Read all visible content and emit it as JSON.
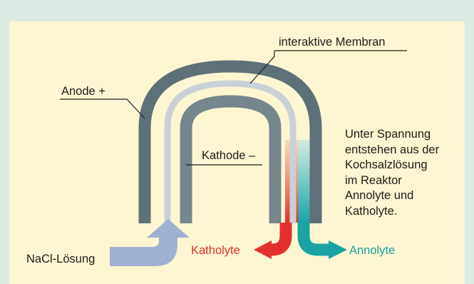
{
  "labels": {
    "membrane": "interaktive Membran",
    "anode": "Anode +",
    "cathode": "Kathode –",
    "description_lines": [
      "Unter Spannung",
      "entstehen aus der",
      "Kochsalzlösung",
      "im Reaktor",
      "Annolyte und",
      "Katholyte."
    ],
    "input": "NaCl-Lösung",
    "katholyte": "Katholyte",
    "annolyte": "Annolyte"
  },
  "colors": {
    "outer_background": "#dcebe4",
    "panel_background": "#fdf6d2",
    "anode": "#5e7078",
    "membrane": "#c9d0d6",
    "cathode": "#76868d",
    "input_arrow": "#9fb0d3",
    "katholyte_arrow": "#e2302c",
    "annolyte_arrow": "#1aa3a3",
    "katholyte_text": "#e2302c",
    "annolyte_text": "#1aa3a3",
    "leader_lines": "#1c1c1c"
  }
}
